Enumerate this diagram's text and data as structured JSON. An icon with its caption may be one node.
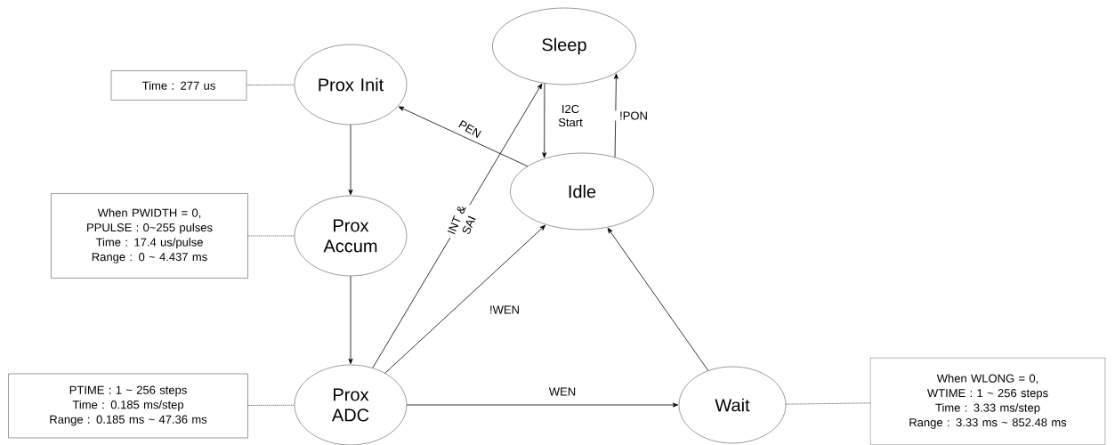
{
  "diagram": {
    "nodes": [
      {
        "text": [
          "Sleep"
        ]
      },
      {
        "text": [
          "Time : 277 us"
        ]
      },
      {
        "text": [
          "Prox Init"
        ]
      },
      {
        "text": [
          "Idle"
        ]
      },
      {
        "text": [
          "When PWIDTH = 0,",
          "PPULSE : 0~255 pulses",
          "Time : 17.4 us/pulse",
          "Range : 0 ~ 4.437 ms"
        ]
      },
      {
        "text": [
          "Prox Accum"
        ]
      },
      {
        "text": [
          "PTIME : 1 ~ 256 steps",
          "Time : 0.185 ms/step",
          "Range : 0.185 ms ~ 47.36 ms"
        ]
      },
      {
        "text": [
          "Prox ADC"
        ]
      },
      {
        "text": [
          "Wait"
        ]
      },
      {
        "text": [
          "When WLONG = 0,",
          "WTIME : 1 ~ 256 steps",
          "Time : 3.33 ms/step",
          "Range : 3.33 ms ~ 852.48 ms"
        ]
      }
    ],
    "edges": [
      {
        "from": 2,
        "to": 5,
        "arrow": "to"
      },
      {
        "from": 5,
        "to": 7,
        "arrow": "to"
      },
      {
        "from": 7,
        "to": 0,
        "arrow": "to",
        "label": "INT & SAI"
      },
      {
        "from": 7,
        "to": 3,
        "arrow": "to",
        "label": "!WEN"
      },
      {
        "from": 7,
        "to": 8,
        "arrow": "to",
        "label": "WEN"
      },
      {
        "from": 8,
        "to": 3,
        "arrow": "to"
      },
      {
        "from": 3,
        "to": 2,
        "arrow": "to",
        "label": "PEN"
      },
      {
        "from": 0,
        "to": 3,
        "arrow": "to",
        "label": "I2C Start"
      },
      {
        "from": 3,
        "to": 0,
        "arrow": "to",
        "label": "!PON"
      },
      {
        "from": 1,
        "to": 2,
        "arrow": "none",
        "style": "dashed"
      },
      {
        "from": 4,
        "to": 5,
        "arrow": "none",
        "style": "dashed"
      },
      {
        "from": 6,
        "to": 7,
        "arrow": "none",
        "style": "dashed"
      },
      {
        "from": 8,
        "to": 9,
        "arrow": "none",
        "style": "dashed"
      }
    ]
  }
}
